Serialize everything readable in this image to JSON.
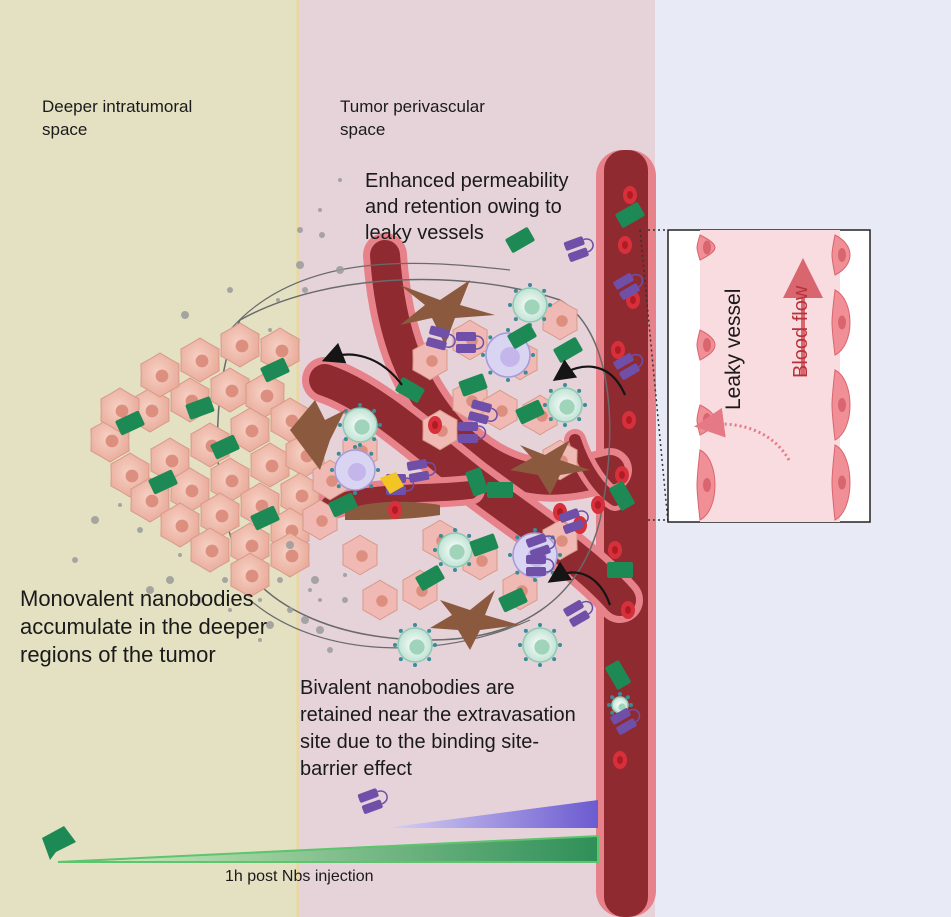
{
  "colors": {
    "deep_space": "#e4e1c3",
    "perivascular_space": "#e6d3da",
    "blood_side": "#e8ebf5",
    "vessel_dark": "#8f2a31",
    "vessel_light": "#e7828a",
    "tumor_cell": "#f0c2b3",
    "nanobody_mono": "#1d8a55",
    "nanobody_bi": "#6f4fa8",
    "arrow": "#151515",
    "gradient_mono": "#3f9f66",
    "gradient_bi": "#8b80d6"
  },
  "regions": {
    "deeper": {
      "line1": "Deeper intratumoral",
      "line2": "space"
    },
    "perivascular": {
      "line1": "Tumor perivascular",
      "line2": "space"
    }
  },
  "epr_text": [
    "Enhanced permeability",
    "and retention owing to",
    "leaky vessels"
  ],
  "mono_text": [
    "Monovalent nanobodies",
    "accumulate in the deeper",
    "regions of the tumor"
  ],
  "bi_text": [
    "Bivalent nanobodies are",
    "retained near the extravasation",
    "site due to the binding site-",
    "barrier effect"
  ],
  "inset": {
    "leaky_label": "Leaky vessel",
    "flow_label": "Blood flow"
  },
  "timepoint": "1h post Nbs injection",
  "icons": [
    "monovalent-nanobody-icon",
    "bivalent-nanobody-icon",
    "tumor-cell-icon",
    "immune-cell-icon",
    "fibroblast-icon",
    "red-blood-cell-icon",
    "endothelial-cell-icon"
  ]
}
